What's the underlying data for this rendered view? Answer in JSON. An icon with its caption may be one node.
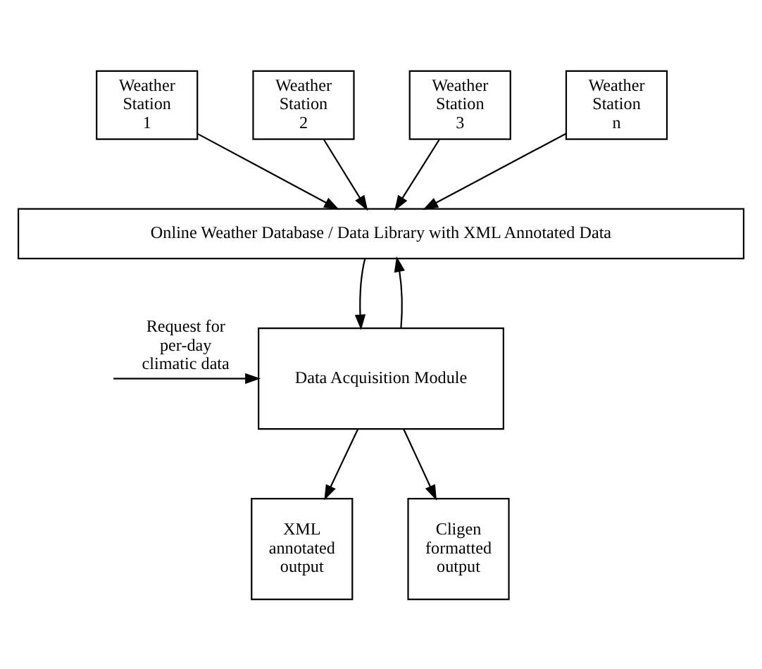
{
  "diagram": {
    "nodes": [
      {
        "text": [
          "Weather Station 1"
        ]
      },
      {
        "text": [
          "Weather Station 2"
        ]
      },
      {
        "text": [
          "Weather Station 3"
        ]
      },
      {
        "text": [
          "Weather Station n"
        ]
      },
      {
        "text": [
          "Online Weather Database / Data Library with XML Annotated Data"
        ]
      },
      {
        "text": [
          "Data Acquisition Module"
        ]
      },
      {
        "text": [
          "XML annotated output"
        ]
      },
      {
        "text": [
          "Cligen formatted output"
        ]
      }
    ],
    "edges": [
      {
        "from": 0,
        "to": 4,
        "arrow": "to"
      },
      {
        "from": 1,
        "to": 4,
        "arrow": "to"
      },
      {
        "from": 2,
        "to": 4,
        "arrow": "to"
      },
      {
        "from": 3,
        "to": 4,
        "arrow": "to"
      },
      {
        "from": 4,
        "to": 5,
        "arrow": "to"
      },
      {
        "from": 5,
        "to": 4,
        "arrow": "to"
      },
      {
        "from": null,
        "to": 5,
        "arrow": "to",
        "label": "Request for per-day climatic data"
      },
      {
        "from": 5,
        "to": 6,
        "arrow": "to"
      },
      {
        "from": 5,
        "to": 7,
        "arrow": "to"
      }
    ]
  }
}
